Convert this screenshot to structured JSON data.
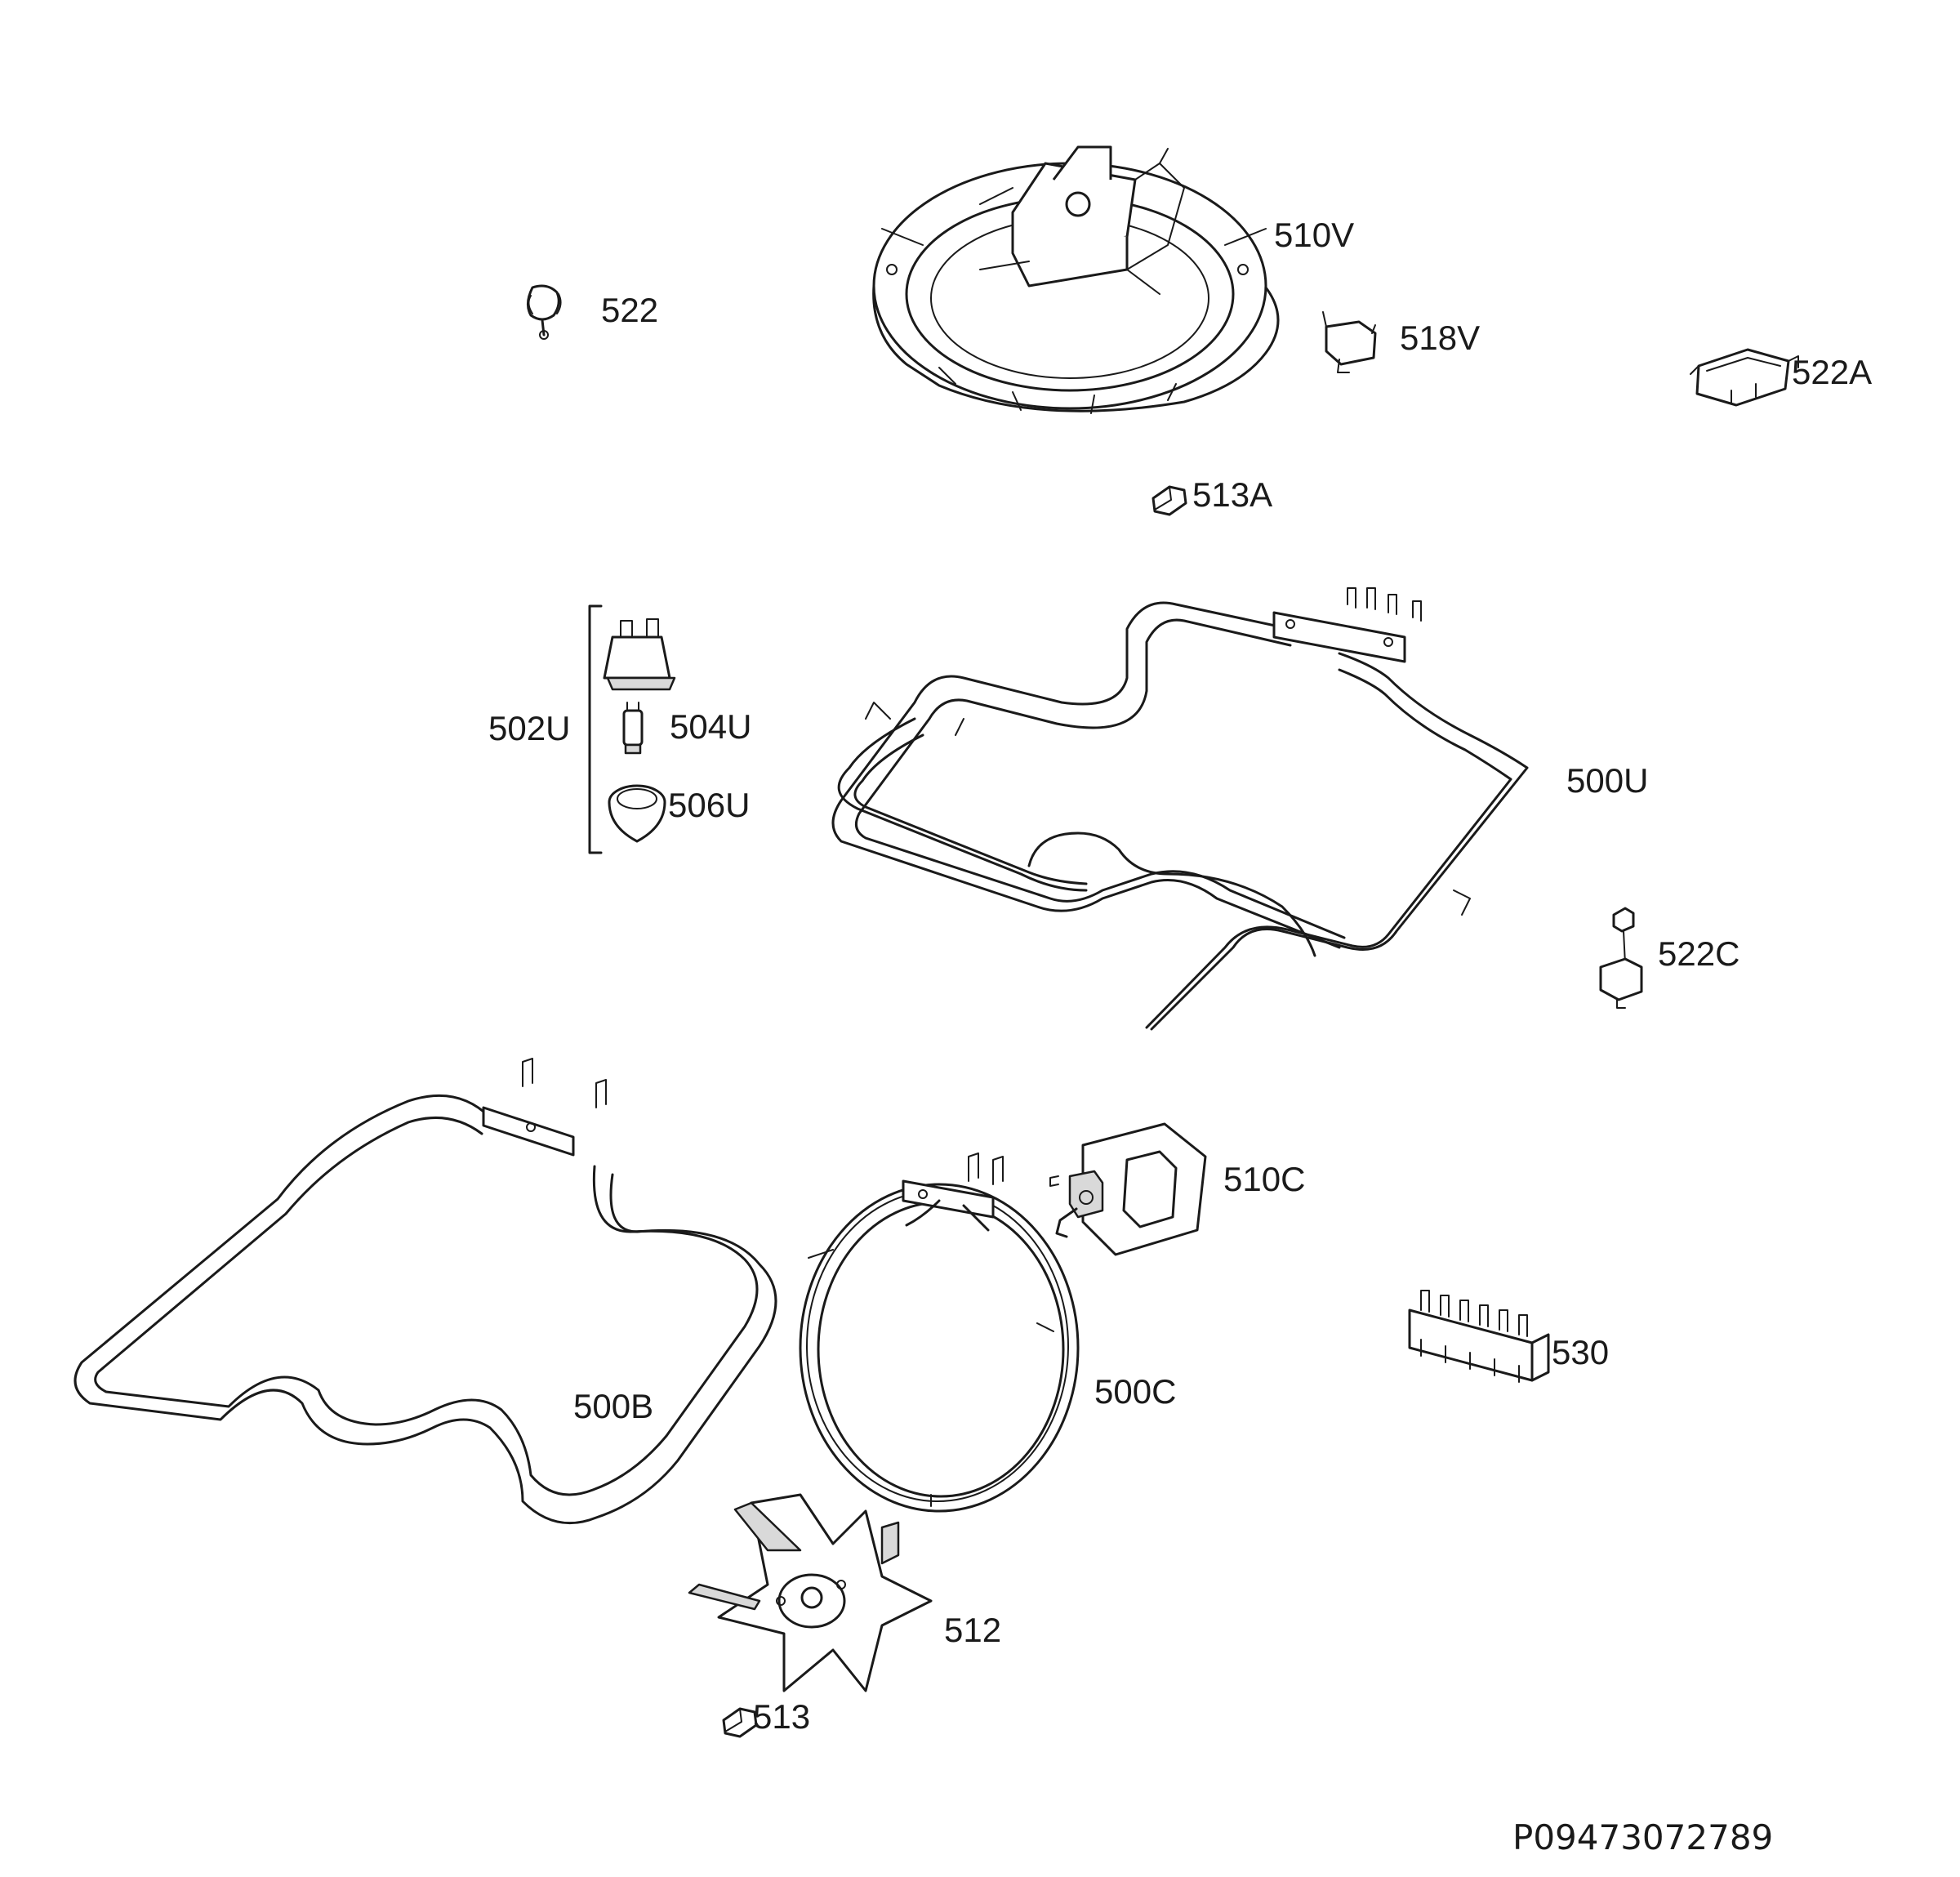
{
  "diagram": {
    "labels": {
      "p522": "522",
      "p510V": "510V",
      "p518V": "518V",
      "p522A": "522A",
      "p513A": "513A",
      "p502U": "502U",
      "p504U": "504U",
      "p506U": "506U",
      "p500U": "500U",
      "p522C": "522C",
      "p510C": "510C",
      "p530": "530",
      "p500B": "500B",
      "p500C": "500C",
      "p512": "512",
      "p513": "513"
    },
    "document_id": "P09473072789"
  }
}
